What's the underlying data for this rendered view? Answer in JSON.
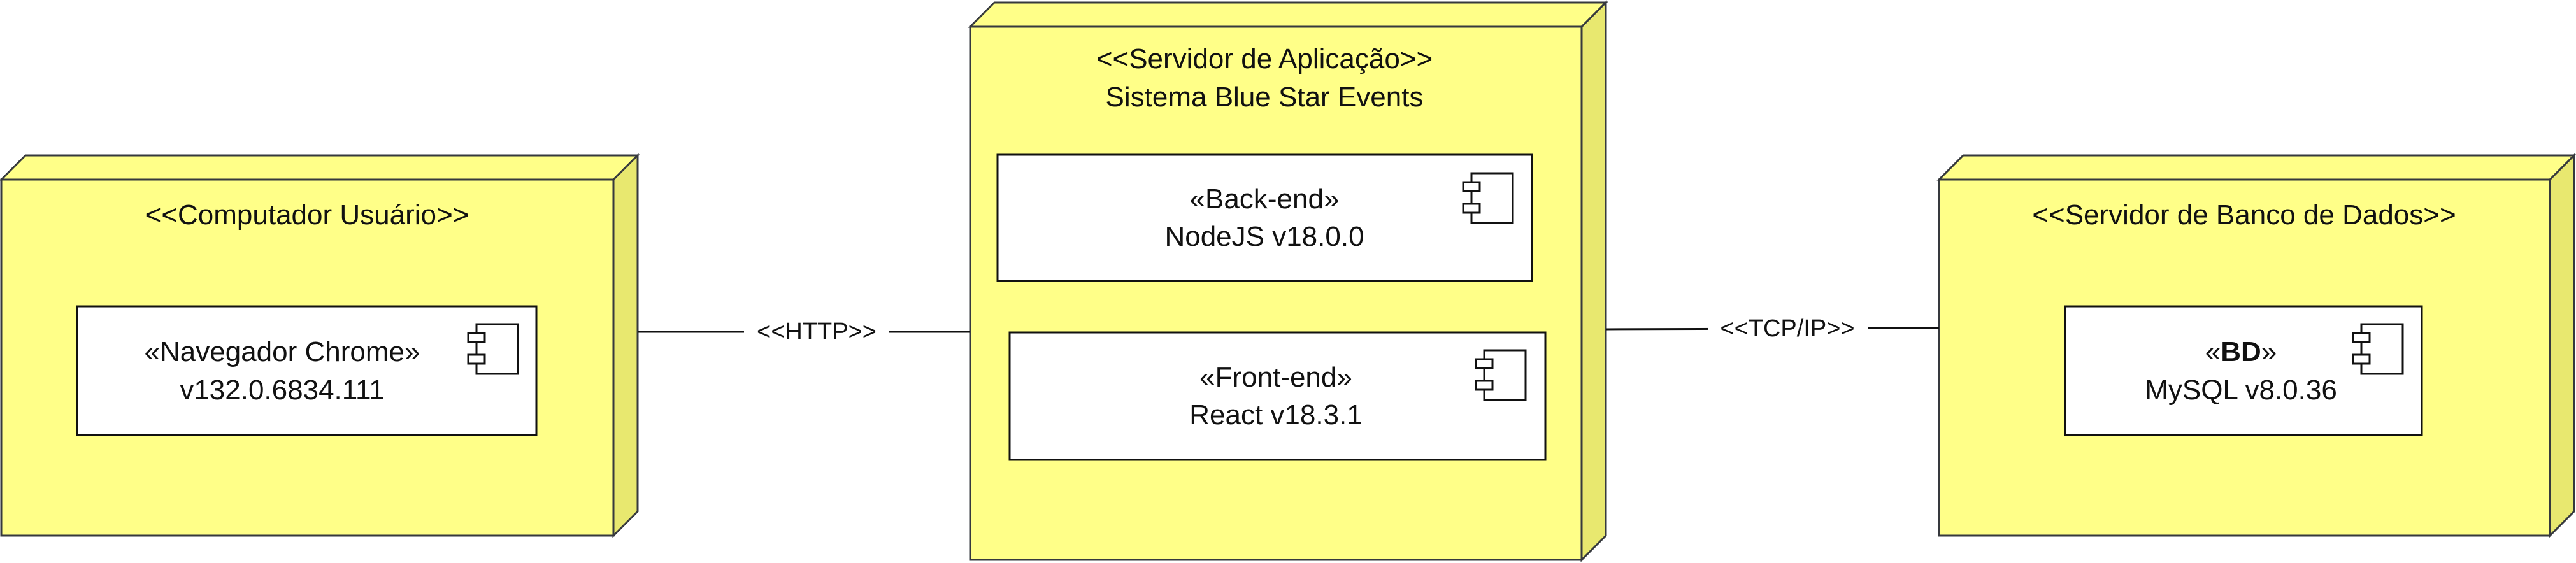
{
  "nodes": {
    "user_computer": {
      "stereotype": "<<Computador Usuário>>",
      "component": {
        "stereotype": "«Navegador Chrome»",
        "name": "v132.0.6834.111"
      }
    },
    "app_server": {
      "stereotype": "<<Servidor de Aplicação>>",
      "name": "Sistema Blue Star Events",
      "backend": {
        "stereotype": "«Back-end»",
        "name": "NodeJS v18.0.0"
      },
      "frontend": {
        "stereotype": "«Front-end»",
        "name": "React v18.3.1"
      }
    },
    "db_server": {
      "stereotype": "<<Servidor de Banco de Dados>>",
      "component": {
        "stereotype_open": "«",
        "stereotype_bold": "BD",
        "stereotype_close": "»",
        "name": "MySQL v8.0.36"
      }
    }
  },
  "connectors": {
    "http": "<<HTTP>>",
    "tcpip": "<<TCP/IP>>"
  },
  "colors": {
    "node_fill": "#ffff88",
    "node_side": "#e8e86f",
    "stroke": "#36393d"
  },
  "icons": [
    "uml-component-icon"
  ]
}
